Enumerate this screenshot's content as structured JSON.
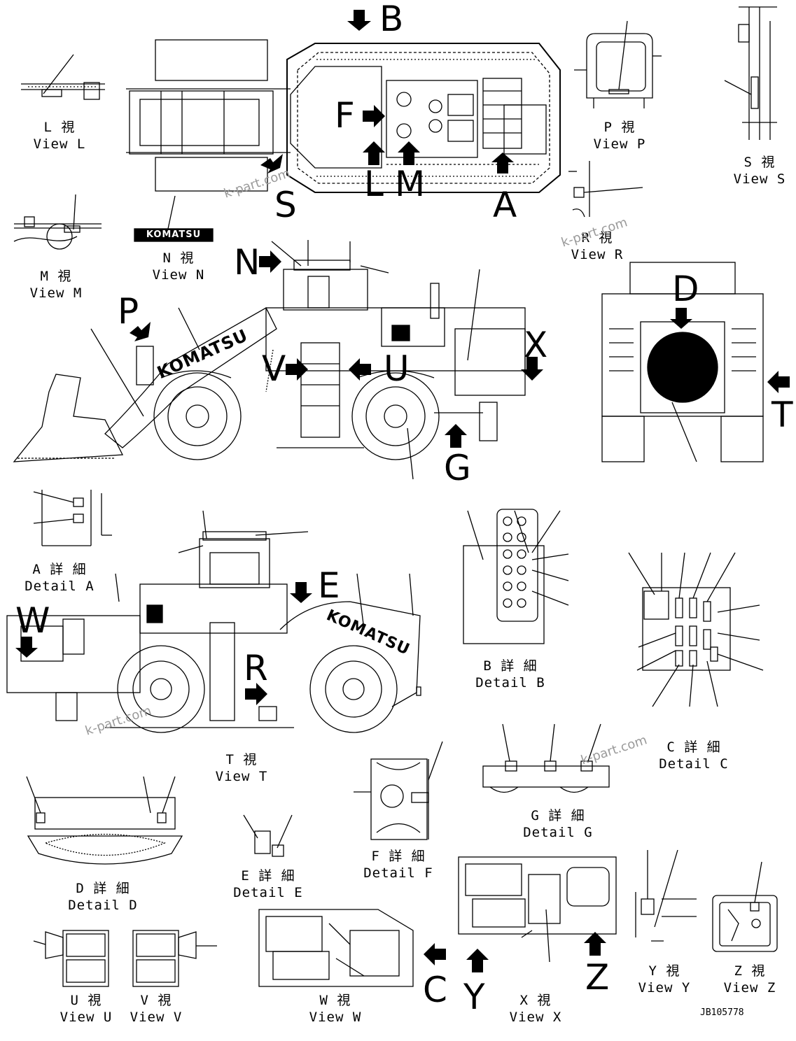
{
  "watermark": "k-part.com",
  "drawing_code": "JB105778",
  "brand_label": "KOMATSU",
  "arrow_letters": [
    "B",
    "F",
    "L",
    "M",
    "S",
    "A",
    "N",
    "P",
    "V",
    "U",
    "X",
    "G",
    "T",
    "D",
    "E",
    "W",
    "R",
    "C",
    "Y",
    "Z"
  ],
  "views": {
    "L": {
      "jp": "L 視",
      "en": "View L"
    },
    "M": {
      "jp": "M 視",
      "en": "View M"
    },
    "N": {
      "jp": "N 視",
      "en": "View N"
    },
    "P": {
      "jp": "P 視",
      "en": "View P"
    },
    "R": {
      "jp": "R 視",
      "en": "View R"
    },
    "S": {
      "jp": "S 視",
      "en": "View S"
    },
    "T": {
      "jp": "T 視",
      "en": "View T"
    },
    "U": {
      "jp": "U 視",
      "en": "View U"
    },
    "V": {
      "jp": "V 視",
      "en": "View V"
    },
    "W": {
      "jp": "W 視",
      "en": "View W"
    },
    "X": {
      "jp": "X 視",
      "en": "View X"
    },
    "Y": {
      "jp": "Y 視",
      "en": "View Y"
    },
    "Z": {
      "jp": "Z 視",
      "en": "View Z"
    }
  },
  "details": {
    "A": {
      "jp": "A 詳 細",
      "en": "Detail A"
    },
    "B": {
      "jp": "B 詳 細",
      "en": "Detail B"
    },
    "C": {
      "jp": "C 詳 細",
      "en": "Detail C"
    },
    "D": {
      "jp": "D 詳 細",
      "en": "Detail D"
    },
    "E": {
      "jp": "E 詳 細",
      "en": "Detail E"
    },
    "F": {
      "jp": "F 詳 細",
      "en": "Detail F"
    },
    "G": {
      "jp": "G 詳 細",
      "en": "Detail G"
    }
  }
}
